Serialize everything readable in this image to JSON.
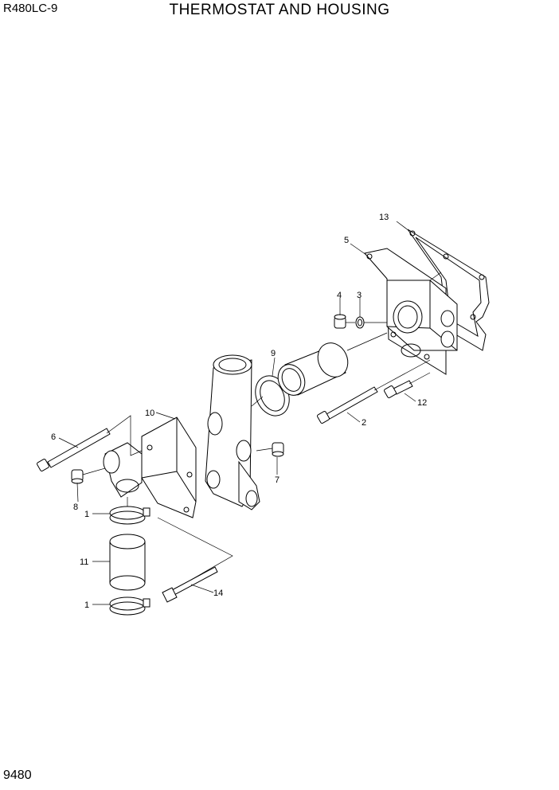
{
  "header": {
    "model": "R480LC-9",
    "title": "THERMOSTAT AND HOUSING"
  },
  "footer": {
    "page_number": "9480"
  },
  "callouts": {
    "c1a": "1",
    "c1b": "1",
    "c2": "2",
    "c3": "3",
    "c4": "4",
    "c5": "5",
    "c6": "6",
    "c7": "7",
    "c8": "8",
    "c9": "9",
    "c10": "10",
    "c11": "11",
    "c12": "12",
    "c13": "13",
    "c14": "14"
  }
}
